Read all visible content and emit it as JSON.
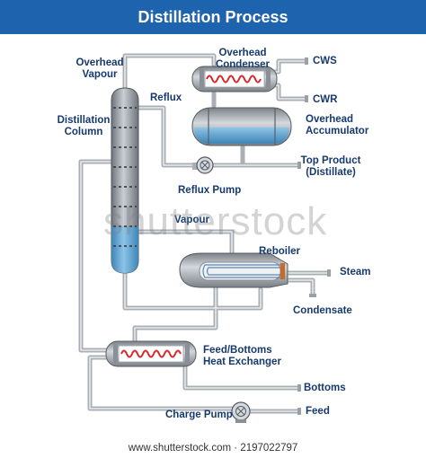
{
  "title": "Distillation Process",
  "labels": {
    "overhead_vapour": [
      "Overhead",
      "Vapour"
    ],
    "overhead_condenser": [
      "Overhead",
      "Condenser"
    ],
    "cws": "CWS",
    "cwr": "CWR",
    "reflux": "Reflux",
    "distillation_column": [
      "Distillation",
      "Column"
    ],
    "overhead_accumulator": [
      "Overhead",
      "Accumulator"
    ],
    "top_product": [
      "Top Product",
      "(Distillate)"
    ],
    "reflux_pump": "Reflux Pump",
    "vapour": "Vapour",
    "reboiler": "Reboiler",
    "steam": "Steam",
    "condensate": "Condensate",
    "feed_bottoms_hx": [
      "Feed/Bottoms",
      "Heat Exchanger"
    ],
    "bottoms": "Bottoms",
    "charge_pump": "Charge Pump",
    "feed": "Feed"
  },
  "watermark": "shutterstock",
  "source": "www.shutterstock.com · 2197022797",
  "colors": {
    "header": "#1e63ad",
    "label": "#163a6e",
    "pipe": "#b9bec4",
    "vessel": "#8a9096",
    "liquid": "#5fa3cf",
    "coil": "#d9262a"
  }
}
